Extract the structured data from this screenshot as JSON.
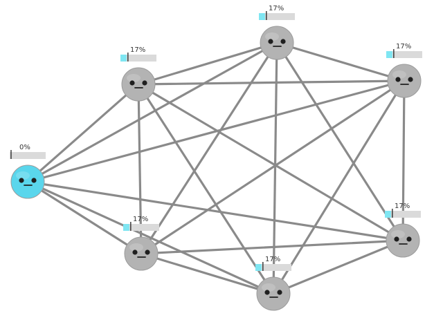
{
  "nodes": [
    {
      "id": "a",
      "label": "0%",
      "value": 0.0,
      "selected": true
    },
    {
      "id": "b",
      "label": "17%",
      "value": 0.17,
      "selected": false
    },
    {
      "id": "c",
      "label": "17%",
      "value": 0.17,
      "selected": false
    },
    {
      "id": "d",
      "label": "17%",
      "value": 0.17,
      "selected": false
    },
    {
      "id": "e",
      "label": "17%",
      "value": 0.17,
      "selected": false
    },
    {
      "id": "f",
      "label": "17%",
      "value": 0.17,
      "selected": false
    },
    {
      "id": "g",
      "label": "17%",
      "value": 0.17,
      "selected": false
    }
  ],
  "edges": "complete",
  "colors": {
    "selected_node": "#5ad6ec",
    "default_node": "#b3b3b3",
    "edge": "#8a8a8a",
    "bar_fill": "#7fe6f2",
    "bar_track": "#dadada"
  },
  "icons": {
    "node_face": "neutral-face-icon"
  }
}
